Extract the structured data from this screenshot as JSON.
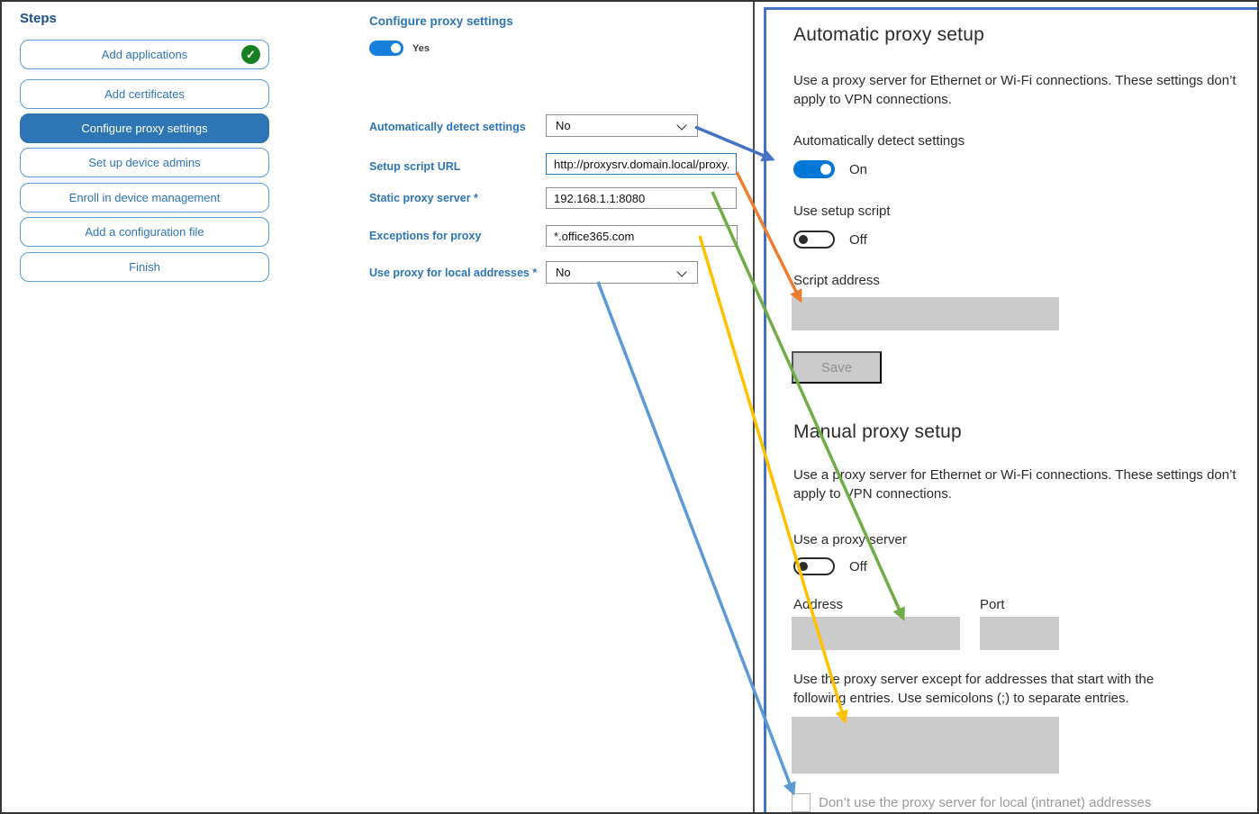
{
  "steps": {
    "title": "Steps",
    "items": [
      {
        "label": "Add applications",
        "completed": true,
        "selected": false
      },
      {
        "label": "Add certificates",
        "completed": false,
        "selected": false
      },
      {
        "label": "Configure proxy settings",
        "completed": false,
        "selected": true
      },
      {
        "label": "Set up device admins",
        "completed": false,
        "selected": false
      },
      {
        "label": "Enroll in device management",
        "completed": false,
        "selected": false
      },
      {
        "label": "Add a configuration file",
        "completed": false,
        "selected": false
      },
      {
        "label": "Finish",
        "completed": false,
        "selected": false
      }
    ]
  },
  "wizard": {
    "title": "Configure proxy settings",
    "enable_toggle": {
      "state": "Yes",
      "on": true
    },
    "fields": [
      {
        "label": "Automatically detect settings",
        "type": "select",
        "value": "No"
      },
      {
        "label": "Setup script URL",
        "type": "text",
        "value": "http://proxysrv.domain.local/proxy.pa"
      },
      {
        "label": "Static proxy server *",
        "type": "text",
        "value": "192.168.1.1:8080"
      },
      {
        "label": "Exceptions for proxy",
        "type": "text",
        "value": "*.office365.com"
      },
      {
        "label": "Use proxy for local addresses *",
        "type": "select",
        "value": "No"
      }
    ]
  },
  "settings_panel": {
    "automatic": {
      "heading": "Automatic proxy setup",
      "description": "Use a proxy server for Ethernet or Wi-Fi connections. These settings don’t apply to VPN connections.",
      "detect_label": "Automatically detect settings",
      "detect_state": "On",
      "script_toggle_label": "Use setup script",
      "script_toggle_state": "Off",
      "script_address_label": "Script address",
      "save_label": "Save"
    },
    "manual": {
      "heading": "Manual proxy setup",
      "description": "Use a proxy server for Ethernet or Wi-Fi connections. These settings don’t apply to VPN connections.",
      "proxy_toggle_label": "Use a proxy server",
      "proxy_toggle_state": "Off",
      "address_label": "Address",
      "port_label": "Port",
      "exceptions_description": "Use the proxy server except for addresses that start with the following entries. Use semicolons (;) to separate entries.",
      "local_checkbox_label": "Don’t use the proxy server for local (intranet) addresses",
      "local_checkbox_checked": false
    }
  },
  "annotation_arrows": [
    {
      "from": "Automatically detect settings dropdown",
      "to": "Automatically detect settings toggle",
      "color": "#4472C4"
    },
    {
      "from": "Setup script URL field",
      "to": "Script address box",
      "color": "#ED7D31"
    },
    {
      "from": "Static proxy server field",
      "to": "Address box",
      "color": "#70AD47"
    },
    {
      "from": "Exceptions for proxy field",
      "to": "Exceptions list box",
      "color": "#FFC000"
    },
    {
      "from": "Use proxy for local addresses dropdown",
      "to": "Local addresses checkbox",
      "color": "#5B9BD5"
    }
  ],
  "colors": {
    "accent_blue": "#2E75B6",
    "step_border_blue": "#5B9BD5",
    "steps_title_blue": "#1F4E8C",
    "completed_green": "#188020",
    "panel_border_blue": "#4472C4",
    "toggle_on_blue": "#0078D7",
    "disabled_gray": "#CBCBCB"
  }
}
